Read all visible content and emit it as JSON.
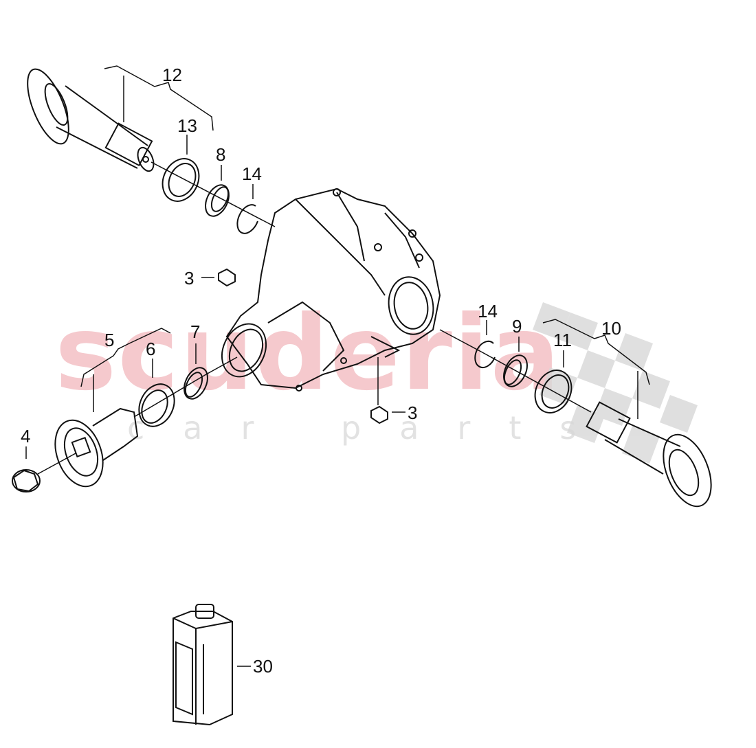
{
  "diagram": {
    "type": "exploded parts diagram",
    "subject": "rear axle differential housing with flanged drive shafts, seals, rings and oil bottle",
    "watermark": {
      "main": "scuderia",
      "sub": "car parts",
      "color": "#f5c9cd",
      "sub_color": "#e2e2e2"
    },
    "callouts": [
      {
        "id": "c3a",
        "label": "3",
        "part": "screw plug (upper)"
      },
      {
        "id": "c3b",
        "label": "3",
        "part": "screw plug (lower)"
      },
      {
        "id": "c4",
        "label": "4",
        "part": "nut with washer"
      },
      {
        "id": "c5",
        "label": "5",
        "part": "flange shaft assembly (left, short)"
      },
      {
        "id": "c6",
        "label": "6",
        "part": "shaft seal"
      },
      {
        "id": "c7",
        "label": "7",
        "part": "bearing ring"
      },
      {
        "id": "c8",
        "label": "8",
        "part": "bearing ring"
      },
      {
        "id": "c9",
        "label": "9",
        "part": "bearing ring"
      },
      {
        "id": "c10",
        "label": "10",
        "part": "flange shaft assembly (right)"
      },
      {
        "id": "c11",
        "label": "11",
        "part": "flange shaft assembly (rear)"
      },
      {
        "id": "c12",
        "label": "12",
        "part": "shaft seal"
      },
      {
        "id": "c13",
        "label": "13",
        "part": "shaft seal"
      },
      {
        "id": "c14a",
        "label": "14",
        "part": "circlip (upper)"
      },
      {
        "id": "c14b",
        "label": "14",
        "part": "circlip (right)"
      },
      {
        "id": "c30",
        "label": "30",
        "part": "oil bottle"
      }
    ]
  }
}
